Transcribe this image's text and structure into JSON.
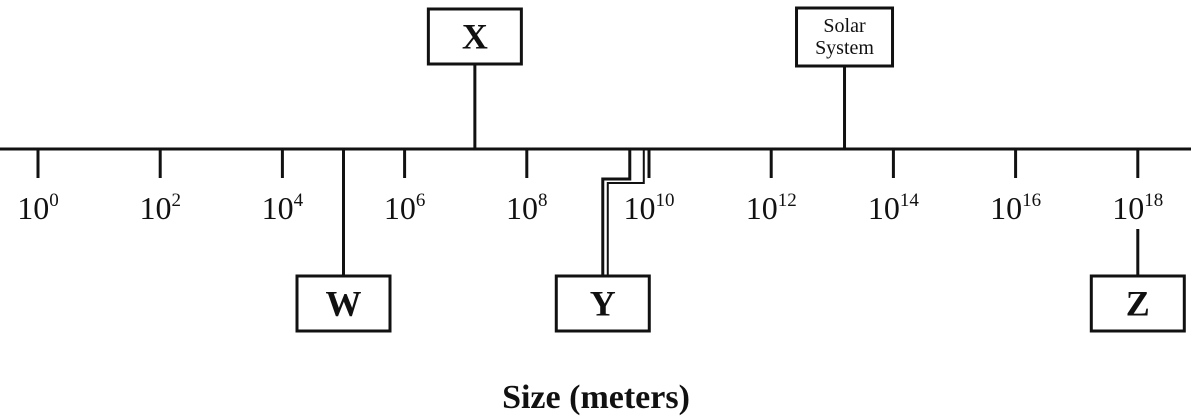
{
  "diagram": {
    "axis_title": "Size (meters)",
    "scale": "log10",
    "tick_base": "10",
    "ticks": [
      {
        "exp": "0",
        "log": 0
      },
      {
        "exp": "2",
        "log": 2
      },
      {
        "exp": "4",
        "log": 4
      },
      {
        "exp": "6",
        "log": 6
      },
      {
        "exp": "8",
        "log": 8
      },
      {
        "exp": "10",
        "log": 10
      },
      {
        "exp": "12",
        "log": 12
      },
      {
        "exp": "14",
        "log": 14
      },
      {
        "exp": "16",
        "log": 16
      },
      {
        "exp": "18",
        "log": 18
      }
    ],
    "markers": [
      {
        "id": "x",
        "label": "X",
        "log": 7.15,
        "side": "above"
      },
      {
        "id": "solar",
        "lines": [
          "Solar",
          "System"
        ],
        "log": 13.2,
        "side": "above"
      },
      {
        "id": "w",
        "label": "W",
        "log": 5.0,
        "side": "below"
      },
      {
        "id": "y",
        "label": "Y",
        "log": 9.8,
        "side": "below",
        "offset_leader": true
      },
      {
        "id": "z",
        "label": "Z",
        "log": 18.0,
        "side": "below"
      }
    ],
    "colors": {
      "ink": "#111111",
      "background": "#ffffff"
    }
  }
}
